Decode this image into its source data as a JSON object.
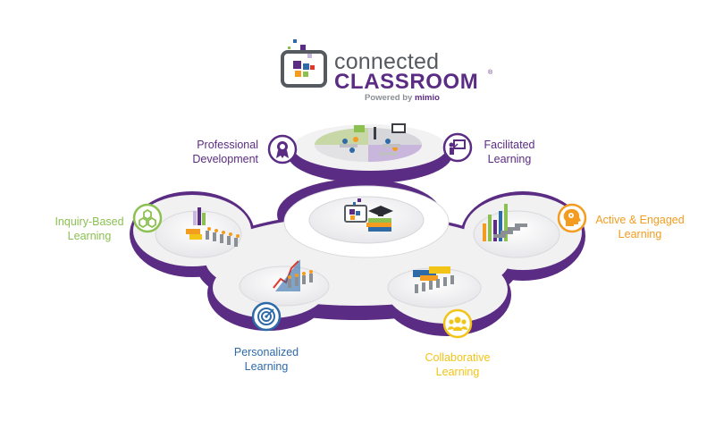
{
  "brand": {
    "line1": "connected",
    "line2": "CLASSROOM",
    "registered": "®",
    "powered_prefix": "Powered by ",
    "powered_name": "mimio"
  },
  "colors": {
    "purple": "#5b2c83",
    "disc": "#f0f0f1",
    "inquiry": "#8cc152",
    "active": "#f39c1f",
    "personalized": "#2e6aa8",
    "collaborative": "#f2c417",
    "gray_text": "#555a60"
  },
  "pillars": [
    {
      "id": "professional",
      "line1": "Professional",
      "line2": "Development",
      "icon": "award-ribbon-icon",
      "color": "#5b2c83"
    },
    {
      "id": "facilitated",
      "line1": "Facilitated",
      "line2": "Learning",
      "icon": "teacher-presentation-icon",
      "color": "#5b2c83"
    },
    {
      "id": "inquiry",
      "line1": "Inquiry-Based",
      "line2": "Learning",
      "icon": "hexagon-cluster-icon",
      "color": "#8cc152"
    },
    {
      "id": "active",
      "line1": "Active & Engaged",
      "line2": "Learning",
      "icon": "head-gears-icon",
      "color": "#f39c1f"
    },
    {
      "id": "personalized",
      "line1": "Personalized",
      "line2": "Learning",
      "icon": "target-icon",
      "color": "#2e6aa8"
    },
    {
      "id": "collaborative",
      "line1": "Collaborative",
      "line2": "Learning",
      "icon": "people-group-icon",
      "color": "#f2c417"
    }
  ]
}
